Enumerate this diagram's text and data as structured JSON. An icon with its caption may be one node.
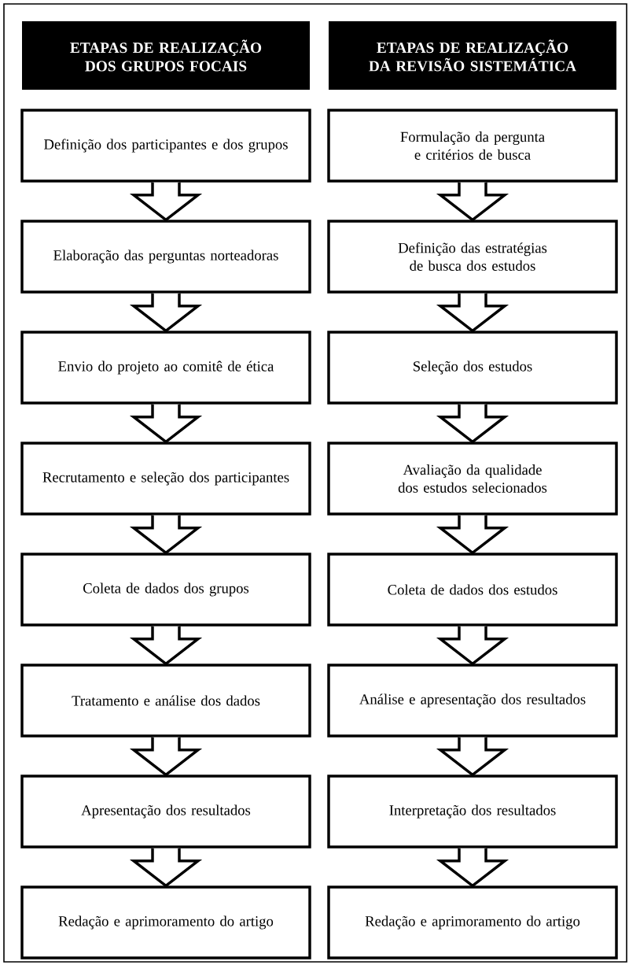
{
  "diagram": {
    "nodes": [
      {
        "text": [
          "ETAPAS DE REALIZAÇÃO DOS GRUPOS FOCAIS"
        ]
      },
      {
        "text": [
          "ETAPAS DE REALIZAÇÃO DA REVISÃO SISTEMÁTICA"
        ]
      },
      {
        "text": [
          "Definição dos participantes e dos grupos"
        ]
      },
      {
        "text": [
          "Formulação da pergunta e critérios de busca"
        ]
      },
      {
        "text": [
          "Elaboração das perguntas norteadoras"
        ]
      },
      {
        "text": [
          "Definição das estratégias de busca dos estudos"
        ]
      },
      {
        "text": [
          "Envio do projeto ao comitê de ética"
        ]
      },
      {
        "text": [
          "Seleção dos estudos"
        ]
      },
      {
        "text": [
          "Recrutamento e seleção dos participantes"
        ]
      },
      {
        "text": [
          "Avaliação da qualidade dos estudos selecionados"
        ]
      },
      {
        "text": [
          "Coleta de dados dos grupos"
        ]
      },
      {
        "text": [
          "Coleta de dados dos estudos"
        ]
      },
      {
        "text": [
          "Tratamento e análise dos dados"
        ]
      },
      {
        "text": [
          "Análise e apresentação dos resultados"
        ]
      },
      {
        "text": [
          "Apresentação dos resultados"
        ]
      },
      {
        "text": [
          "Interpretação dos resultados"
        ]
      },
      {
        "text": [
          "Redação e aprimoramento do artigo"
        ]
      },
      {
        "text": [
          "Redação e aprimoramento do artigo"
        ]
      }
    ],
    "edges": [
      {
        "from": 2,
        "to": 4,
        "arrow": "to"
      },
      {
        "from": 4,
        "to": 6,
        "arrow": "to"
      },
      {
        "from": 6,
        "to": 8,
        "arrow": "to"
      },
      {
        "from": 8,
        "to": 10,
        "arrow": "to"
      },
      {
        "from": 10,
        "to": 12,
        "arrow": "to"
      },
      {
        "from": 12,
        "to": 14,
        "arrow": "to"
      },
      {
        "from": 14,
        "to": 16,
        "arrow": "to"
      },
      {
        "from": 3,
        "to": 5,
        "arrow": "to"
      },
      {
        "from": 5,
        "to": 7,
        "arrow": "to"
      },
      {
        "from": 7,
        "to": 9,
        "arrow": "to"
      },
      {
        "from": 9,
        "to": 11,
        "arrow": "to"
      },
      {
        "from": 11,
        "to": 13,
        "arrow": "to"
      },
      {
        "from": 13,
        "to": 15,
        "arrow": "to"
      },
      {
        "from": 15,
        "to": 17,
        "arrow": "to"
      }
    ]
  }
}
